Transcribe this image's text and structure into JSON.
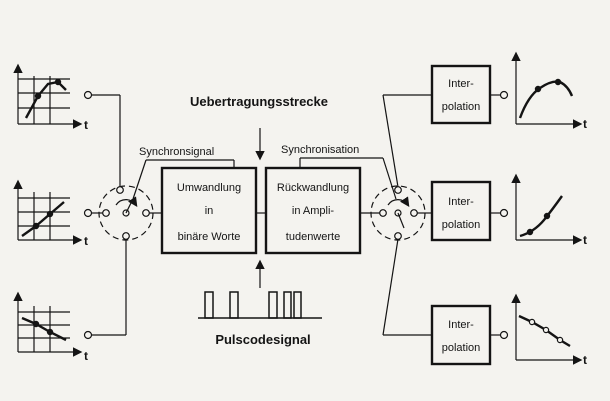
{
  "labels": {
    "transmission_path": "Uebertragungsstrecke",
    "sync_signal": "Synchronsignal",
    "synchronisation": "Synchronisation",
    "pcm_signal": "Pulscodesignal",
    "axis_t": "t"
  },
  "boxes": {
    "converter": [
      "Umwandlung",
      "in",
      "binäre Worte"
    ],
    "reconverter": [
      "Rückwandlung",
      "in Ampli-",
      "tudenwerte"
    ],
    "interpolation": [
      "Inter-",
      "polation"
    ]
  },
  "colors": {
    "ink": "#141414",
    "paper": "#f4f3ef"
  }
}
